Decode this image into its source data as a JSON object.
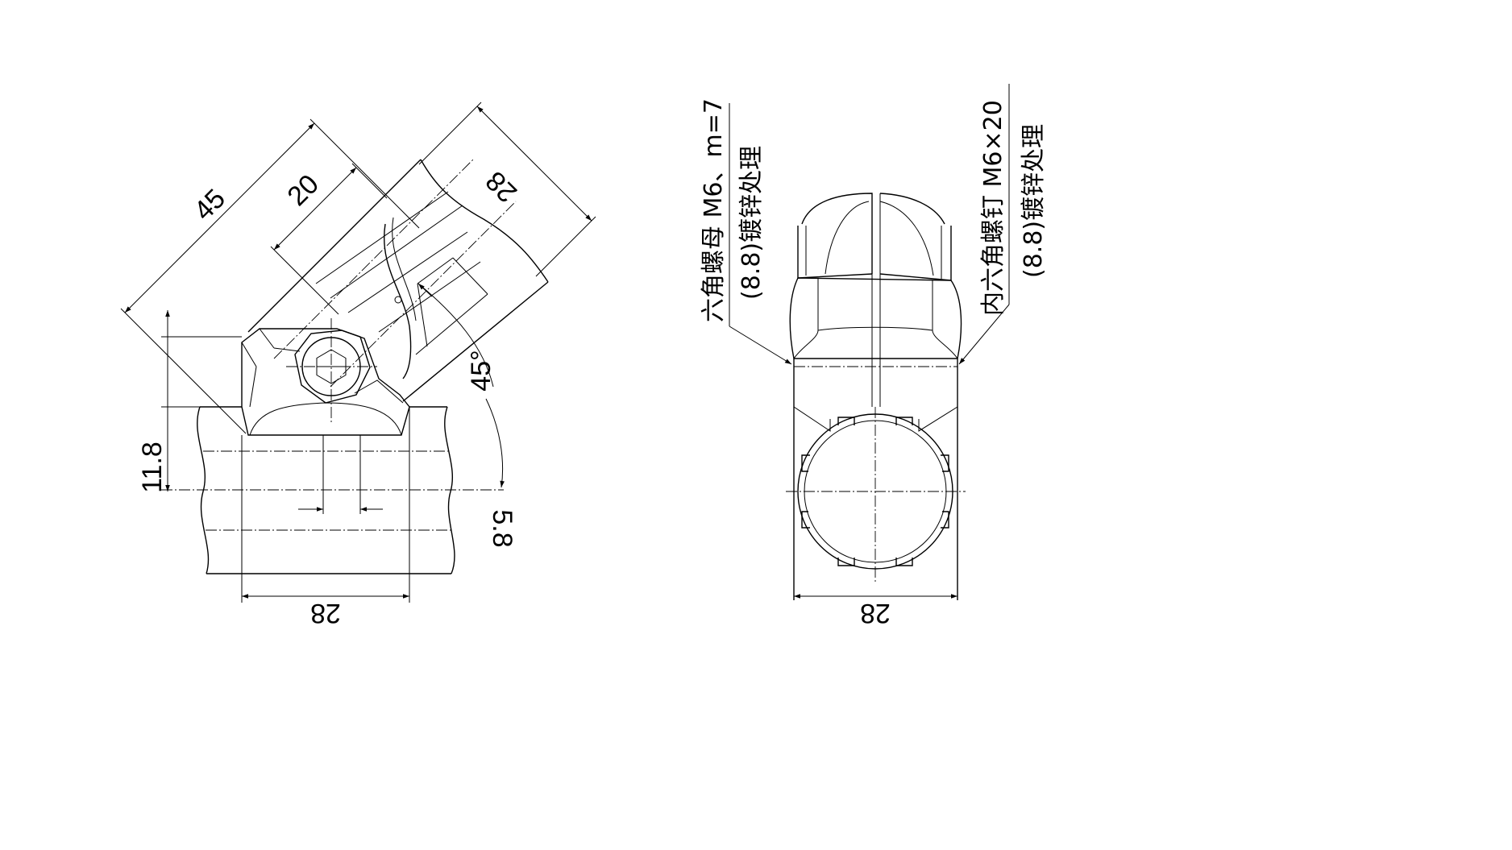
{
  "dimensions": {
    "length_45": "45",
    "length_20": "20",
    "width_28_top": "28",
    "width_28_left_bottom": "28",
    "width_28_right_bottom": "28",
    "height_11_8": "11.8",
    "offset_5_8": "5.8",
    "angle_45": "45°"
  },
  "notes": {
    "hex_nut_line1": "六角螺母 M6、m=7",
    "hex_nut_line2": "(8.8)镀锌处理",
    "socket_screw_line1": "内六角螺钉 M6×20",
    "socket_screw_line2": "(8.8)镀锌处理"
  }
}
